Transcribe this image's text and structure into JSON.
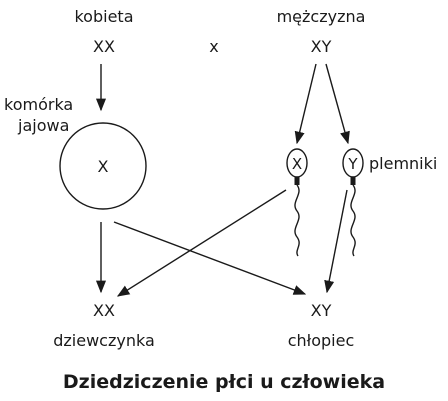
{
  "parents": {
    "female_label": "kobieta",
    "female_genotype": "XX",
    "cross_symbol": "x",
    "male_label": "mężczyzna",
    "male_genotype": "XY"
  },
  "egg": {
    "label_line1": "komórka",
    "label_line2": "jajowa",
    "chromosome": "X"
  },
  "sperm": {
    "label": "plemniki",
    "items": [
      "X",
      "Y"
    ]
  },
  "offspring": {
    "girl_genotype": "XX",
    "girl_label": "dziewczynka",
    "boy_genotype": "XY",
    "boy_label": "chłopiec"
  },
  "caption": "Dziedziczenie płci u człowieka"
}
